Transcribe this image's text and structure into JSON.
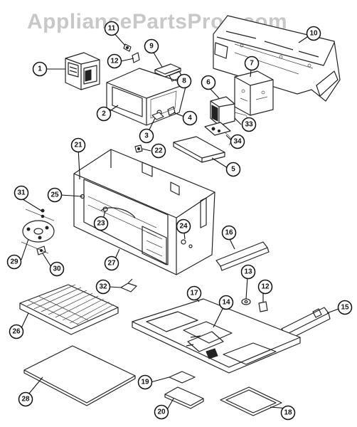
{
  "watermark": "AppliancePartsPros.com",
  "callouts": [
    {
      "id": "1",
      "label": "1"
    },
    {
      "id": "2",
      "label": "2"
    },
    {
      "id": "3",
      "label": "3"
    },
    {
      "id": "4",
      "label": "4"
    },
    {
      "id": "5",
      "label": "5"
    },
    {
      "id": "6",
      "label": "6"
    },
    {
      "id": "7",
      "label": "7"
    },
    {
      "id": "8",
      "label": "8"
    },
    {
      "id": "9",
      "label": "9"
    },
    {
      "id": "10",
      "label": "10"
    },
    {
      "id": "11",
      "label": "11"
    },
    {
      "id": "12a",
      "label": "12"
    },
    {
      "id": "12b",
      "label": "12"
    },
    {
      "id": "13",
      "label": "13"
    },
    {
      "id": "14",
      "label": "14"
    },
    {
      "id": "15",
      "label": "15"
    },
    {
      "id": "16",
      "label": "16"
    },
    {
      "id": "17",
      "label": "17"
    },
    {
      "id": "18",
      "label": "18"
    },
    {
      "id": "19",
      "label": "19"
    },
    {
      "id": "20",
      "label": "20"
    },
    {
      "id": "21",
      "label": "21"
    },
    {
      "id": "22",
      "label": "22"
    },
    {
      "id": "23",
      "label": "23"
    },
    {
      "id": "24",
      "label": "24"
    },
    {
      "id": "25",
      "label": "25"
    },
    {
      "id": "26",
      "label": "26"
    },
    {
      "id": "27",
      "label": "27"
    },
    {
      "id": "28",
      "label": "28"
    },
    {
      "id": "29",
      "label": "29"
    },
    {
      "id": "30",
      "label": "30"
    },
    {
      "id": "31",
      "label": "31"
    },
    {
      "id": "32",
      "label": "32"
    },
    {
      "id": "33",
      "label": "33"
    },
    {
      "id": "34",
      "label": "34"
    }
  ]
}
